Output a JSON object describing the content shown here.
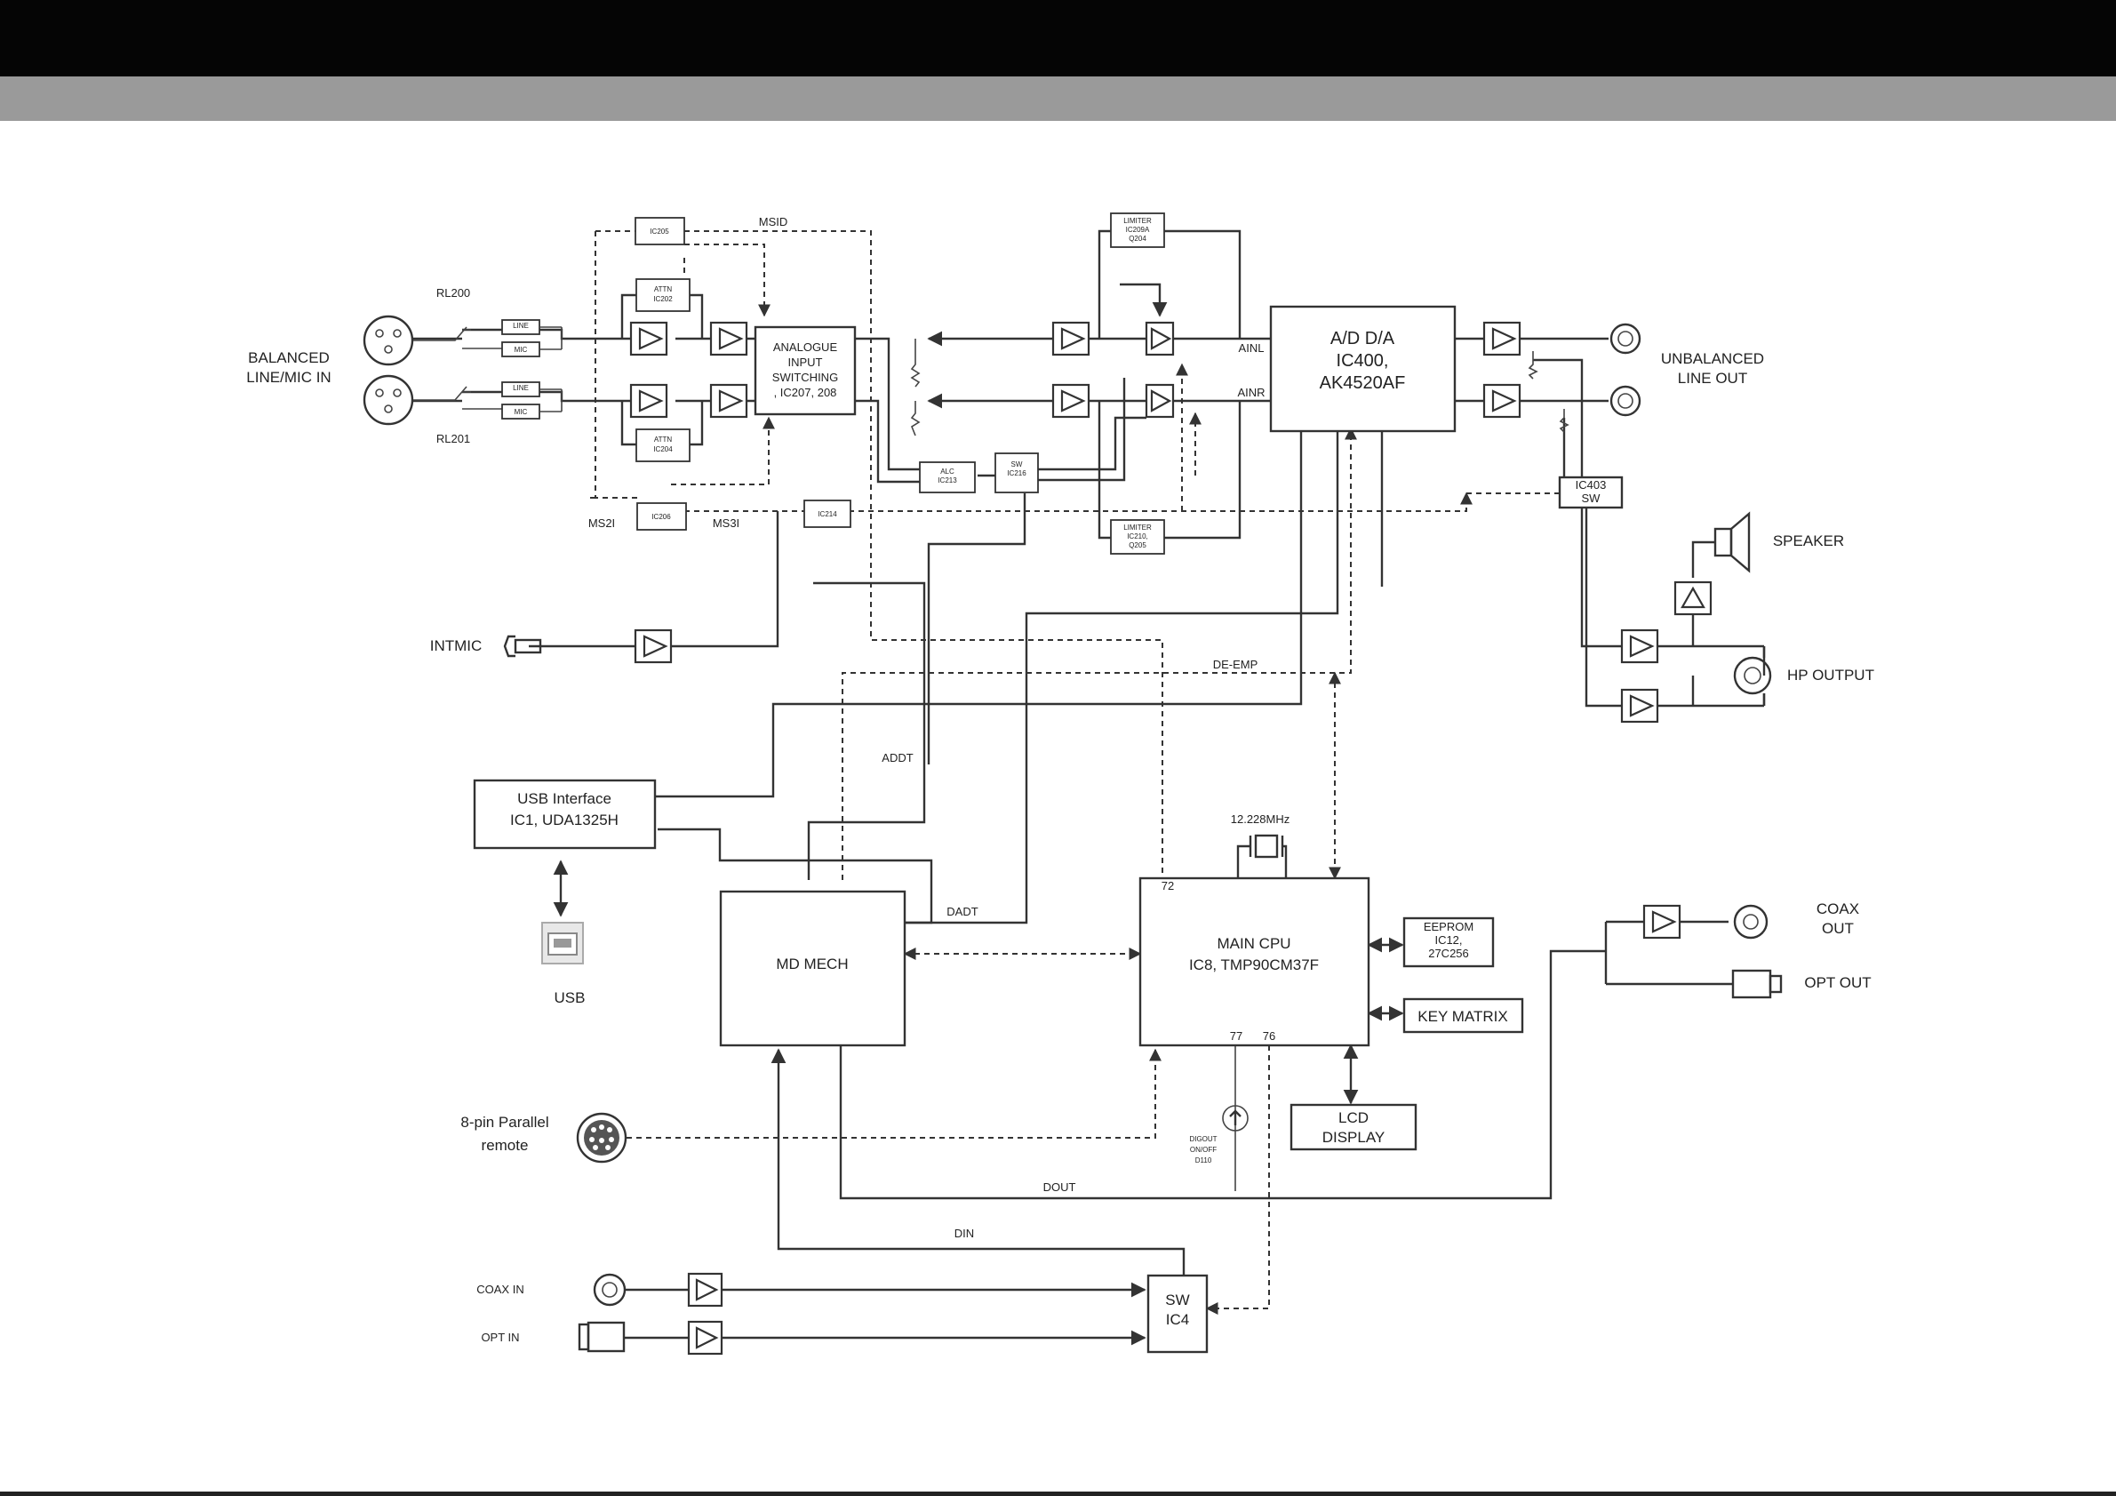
{
  "diagram": {
    "inputs": {
      "balanced": "BALANCED\nLINE/MIC IN",
      "rl200": "RL200",
      "rl201": "RL201",
      "intmic": "INTMIC",
      "parallel_remote": "8-pin Parallel\nremote",
      "coax_in": "COAX IN",
      "opt_in": "OPT IN",
      "usb": "USB"
    },
    "outputs": {
      "unbalanced": "UNBALANCED\nLINE OUT",
      "speaker": "SPEAKER",
      "hp": "HP OUTPUT",
      "coax_out": "COAX\nOUT",
      "opt_out": "OPT OUT"
    },
    "blocks": {
      "analogue": "ANALOGUE\nINPUT\nSWITCHING\n, IC207, 208",
      "adda": "A/D D/A\nIC400,\nAK4520AF",
      "usb_if": "USB Interface\nIC1, UDA1325H",
      "md_mech": "MD MECH",
      "cpu": "MAIN CPU\nIC8, TMP90CM37F",
      "eeprom": "EEPROM\nIC12,\n27C256",
      "key_matrix": "KEY MATRIX",
      "lcd": "LCD\nDISPLAY",
      "sw_ic4": "SW\nIC4",
      "ic403": "IC403\nSW",
      "crystal": "12.228MHz",
      "limiter_top": "LIMITER\nIC209A\nQ204",
      "limiter_bot": "LIMITER\nIC210,\nQ205",
      "attn_top": "ATTN\nIC202",
      "attn_bot": "ATTN\nIC204",
      "ic205": "IC205",
      "ic206": "IC206",
      "ic214": "IC214",
      "alc": "ALC\nIC213",
      "sw_ic216": "SW\nIC216",
      "line1": "LINE",
      "mic1": "MIC",
      "line2": "LINE",
      "mic2": "MIC"
    },
    "signals": {
      "msid": "MSID",
      "ms2i": "MS2I",
      "ms3i": "MS3I",
      "ainl": "AINL",
      "ainr": "AINR",
      "de_emp": "DE-EMP",
      "addt": "ADDT",
      "dadt": "DADT",
      "dout": "DOUT",
      "din": "DIN",
      "pin72": "72",
      "pin77": "77",
      "pin76": "76",
      "digout": "DIGOUT\nON/OFF\nD110"
    }
  }
}
